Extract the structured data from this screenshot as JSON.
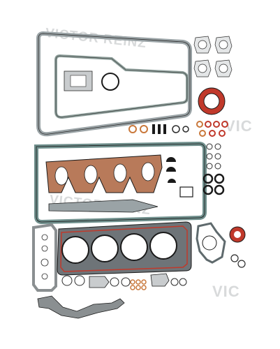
{
  "image": {
    "subject": "complete engine gasket set photo",
    "watermark_brand": "VICTOR REINZ",
    "watermark_short": "VIC",
    "palette": {
      "gasket_gray": "#9aa3a6",
      "gasket_teal": "#6f8f8c",
      "outline_dark": "#2b2b2b",
      "red_seal": "#c0392b",
      "brown_seal": "#8a4b2a",
      "black_ring": "#1a1a1a",
      "copper": "#c9783b",
      "background": "#ffffff"
    }
  }
}
